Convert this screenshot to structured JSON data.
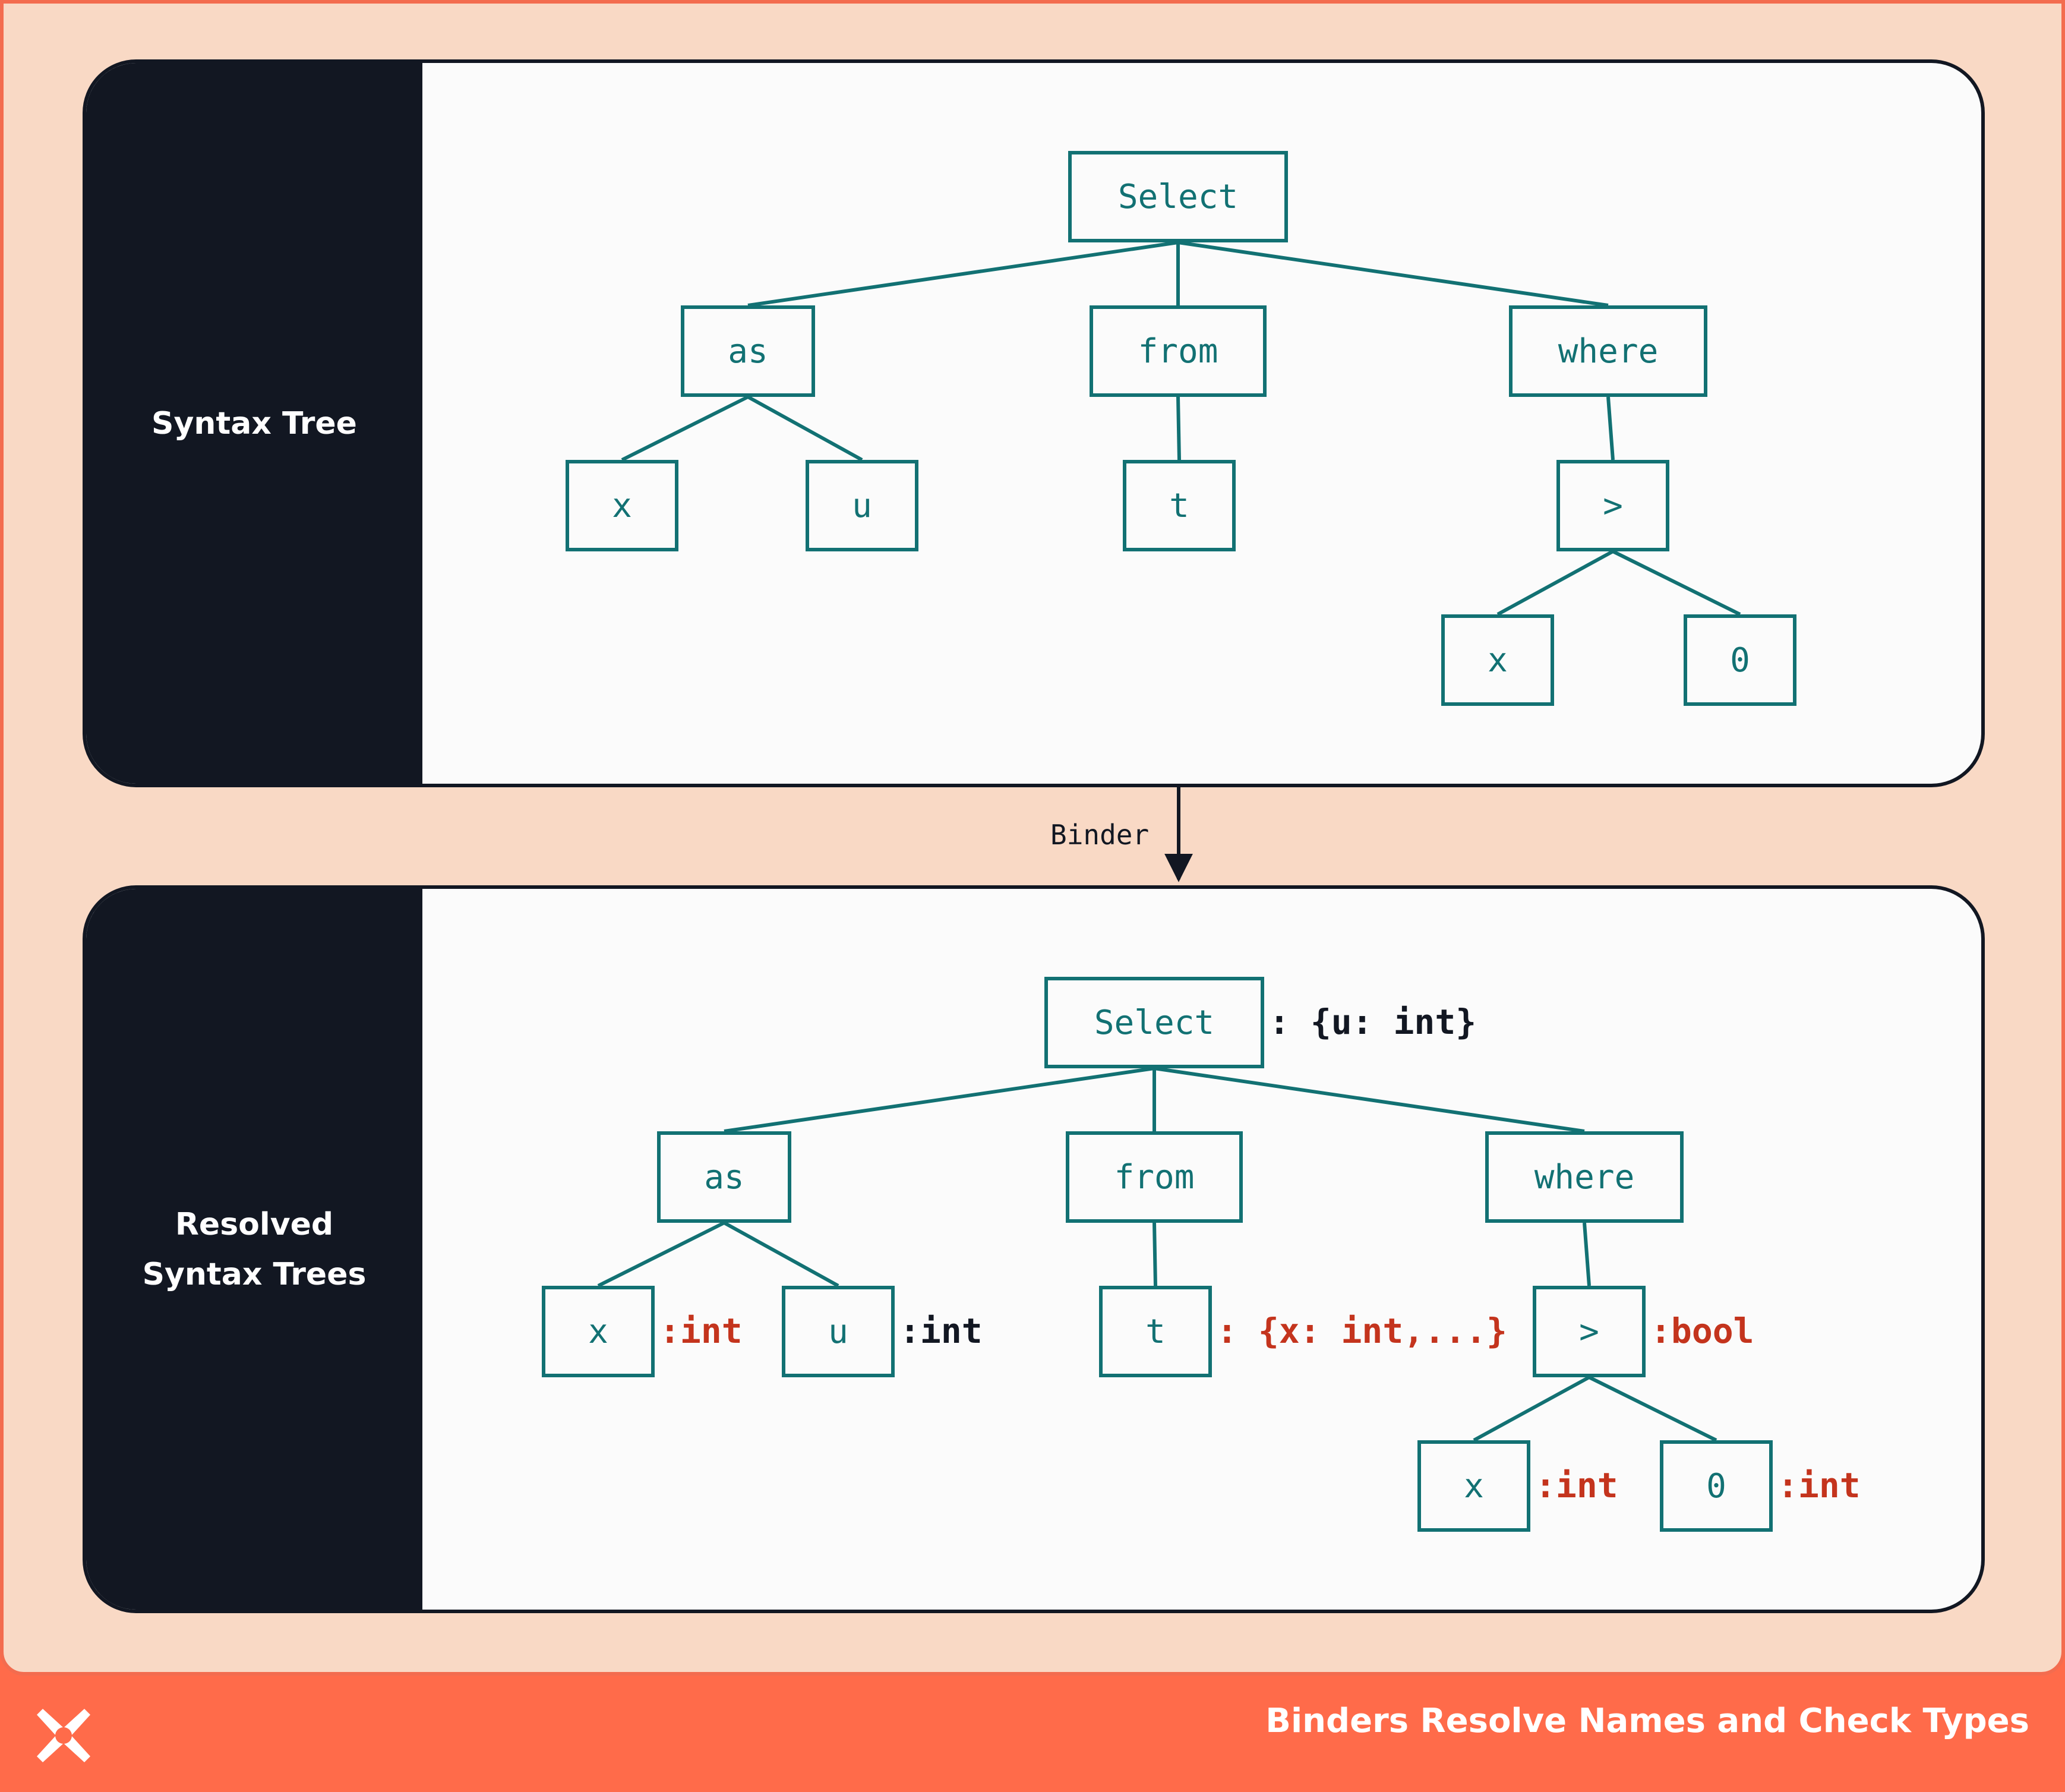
{
  "footer": {
    "title": "Binders Resolve Names and Check Types",
    "logo_icon": "x-logo-icon"
  },
  "edge_label": "Binder",
  "colors": {
    "node_border": "#127173",
    "annotation_red": "#c4341d",
    "annotation_dark": "#121722"
  },
  "panels": [
    {
      "label": "Syntax Tree",
      "nodes": [
        {
          "id": "select",
          "text": "Select"
        },
        {
          "id": "as",
          "text": "as"
        },
        {
          "id": "from",
          "text": "from"
        },
        {
          "id": "where",
          "text": "where"
        },
        {
          "id": "x",
          "text": "x"
        },
        {
          "id": "u",
          "text": "u"
        },
        {
          "id": "t",
          "text": "t"
        },
        {
          "id": "gt",
          "text": ">"
        },
        {
          "id": "x2",
          "text": "x"
        },
        {
          "id": "zero",
          "text": "0"
        }
      ],
      "edges": [
        [
          "select",
          "as"
        ],
        [
          "select",
          "from"
        ],
        [
          "select",
          "where"
        ],
        [
          "as",
          "x"
        ],
        [
          "as",
          "u"
        ],
        [
          "from",
          "t"
        ],
        [
          "where",
          "gt"
        ],
        [
          "gt",
          "x2"
        ],
        [
          "gt",
          "zero"
        ]
      ],
      "annotations": []
    },
    {
      "label": "Resolved\nSyntax Trees",
      "nodes": [
        {
          "id": "select",
          "text": "Select"
        },
        {
          "id": "as",
          "text": "as"
        },
        {
          "id": "from",
          "text": "from"
        },
        {
          "id": "where",
          "text": "where"
        },
        {
          "id": "x",
          "text": "x"
        },
        {
          "id": "u",
          "text": "u"
        },
        {
          "id": "t",
          "text": "t"
        },
        {
          "id": "gt",
          "text": ">"
        },
        {
          "id": "x2",
          "text": "x"
        },
        {
          "id": "zero",
          "text": "0"
        }
      ],
      "edges": [
        [
          "select",
          "as"
        ],
        [
          "select",
          "from"
        ],
        [
          "select",
          "where"
        ],
        [
          "as",
          "x"
        ],
        [
          "as",
          "u"
        ],
        [
          "from",
          "t"
        ],
        [
          "where",
          "gt"
        ],
        [
          "gt",
          "x2"
        ],
        [
          "gt",
          "zero"
        ]
      ],
      "annotations": [
        {
          "node": "select",
          "text": ": {u: int}",
          "color": "dark"
        },
        {
          "node": "x",
          "text": ":int",
          "color": "red"
        },
        {
          "node": "u",
          "text": ":int",
          "color": "dark"
        },
        {
          "node": "t",
          "text": ": {x: int,...}",
          "color": "red"
        },
        {
          "node": "gt",
          "text": ":bool",
          "color": "red"
        },
        {
          "node": "x2",
          "text": ":int",
          "color": "red"
        },
        {
          "node": "zero",
          "text": ":int",
          "color": "red"
        }
      ]
    }
  ]
}
